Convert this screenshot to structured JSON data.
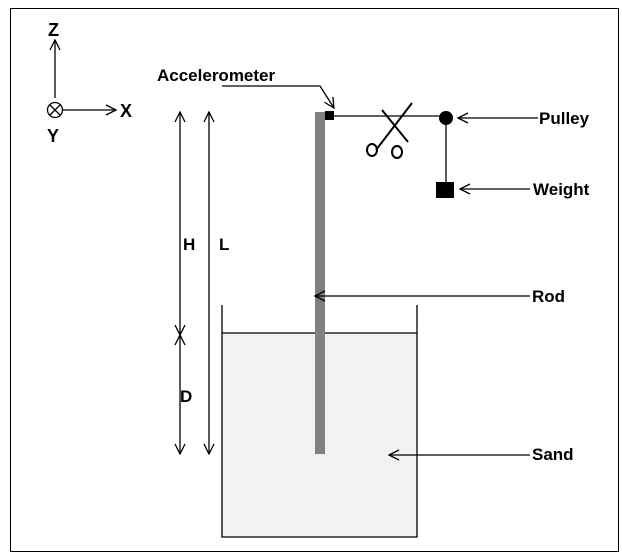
{
  "axes": {
    "z": "Z",
    "x": "X",
    "y": "Y"
  },
  "labels": {
    "accelerometer": "Accelerometer",
    "pulley": "Pulley",
    "weight": "Weight",
    "rod": "Rod",
    "sand": "Sand",
    "h": "H",
    "l": "L",
    "d": "D"
  },
  "colors": {
    "rod": "#808080",
    "sand": "#f2f2f2",
    "line": "#000000"
  }
}
